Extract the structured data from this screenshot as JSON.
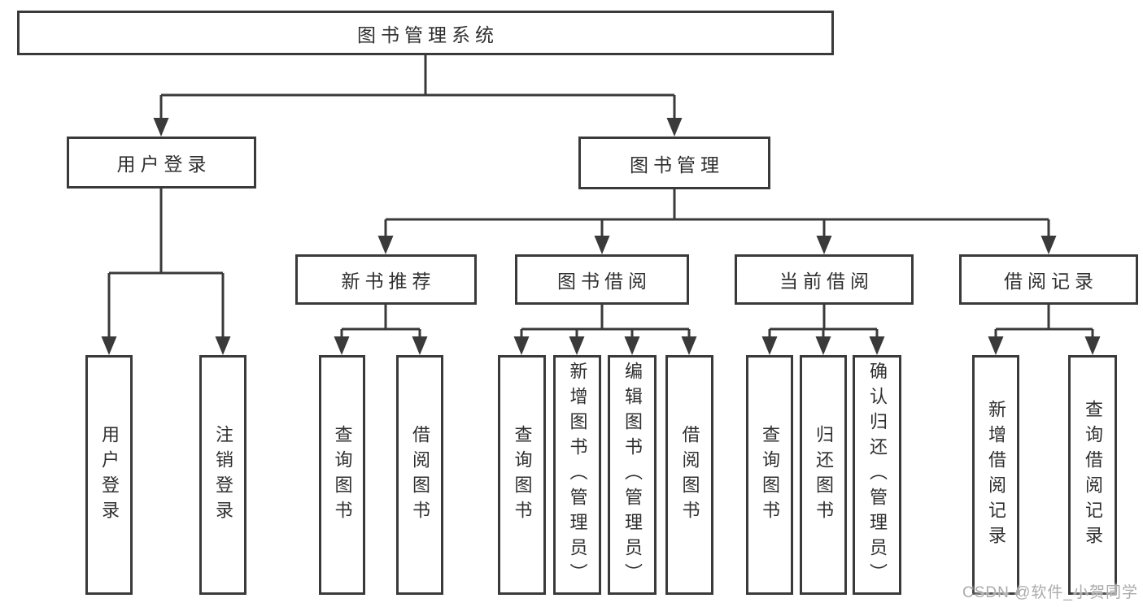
{
  "diagram": {
    "title": "图书管理系统",
    "root": {
      "label": "图书管理系统"
    },
    "level2": [
      {
        "label": "用户登录"
      },
      {
        "label": "图书管理"
      }
    ],
    "level3": [
      {
        "label": "新书推荐"
      },
      {
        "label": "图书借阅"
      },
      {
        "label": "当前借阅"
      },
      {
        "label": "借阅记录"
      }
    ],
    "leaves": {
      "user_login": [
        {
          "label": "用户登录"
        },
        {
          "label": "注销登录"
        }
      ],
      "new_book": [
        {
          "label": "查询图书"
        },
        {
          "label": "借阅图书"
        }
      ],
      "book_borrow": [
        {
          "label": "查询图书"
        },
        {
          "label": "新增图书（管理员）"
        },
        {
          "label": "编辑图书（管理员）"
        },
        {
          "label": "借阅图书"
        }
      ],
      "current_borrow": [
        {
          "label": "查询图书"
        },
        {
          "label": "归还图书"
        },
        {
          "label": "确认归还（管理员）"
        }
      ],
      "borrow_record": [
        {
          "label": "新增借阅记录"
        },
        {
          "label": "查询借阅记录"
        }
      ]
    }
  },
  "watermark": {
    "text": "CSDN @软件_小贺同学"
  },
  "colors": {
    "line": "#3a3a3a",
    "text": "#2f2f2f",
    "watermark": "#ababab",
    "background": "#ffffff"
  }
}
